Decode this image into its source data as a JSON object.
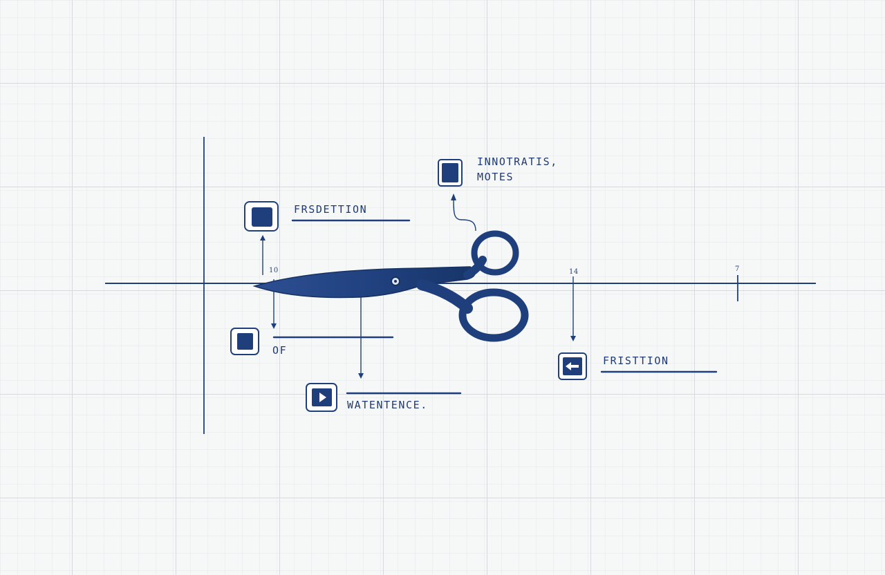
{
  "colors": {
    "ink": "#1f3f7c",
    "ink_dark": "#163162",
    "paper": "#f6f7f7",
    "grid_minor": "#e4e7ea",
    "grid_major": "#d7dadd"
  },
  "icons": {
    "blade": "scissors-icon",
    "top_right": "square-icon",
    "left_upper": "square-icon",
    "left_lower": "square-icon",
    "bottom": "play-icon",
    "right": "arrow-left-icon"
  },
  "annotations": {
    "top_right": [
      "INNOTRATIS,",
      "MOTES"
    ],
    "left_upper": "FRSDETTION",
    "left_lower": "OF",
    "bottom": "WATENTENCE.",
    "right": "FRISTTION"
  },
  "ticks": {
    "left": "10",
    "mid": "14",
    "right": "7"
  }
}
